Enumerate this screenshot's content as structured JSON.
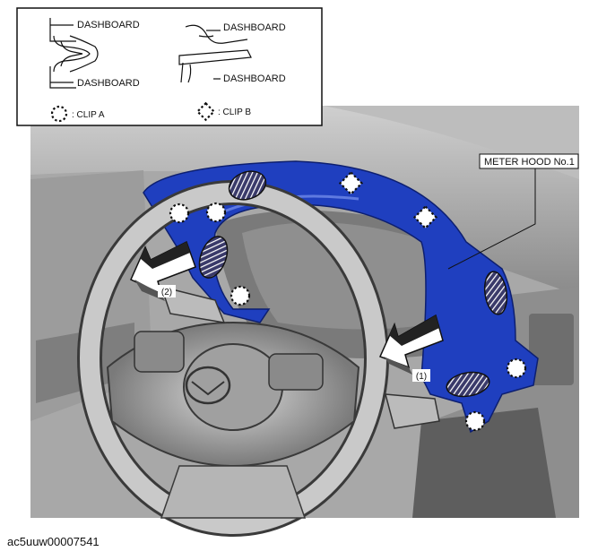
{
  "legend": {
    "clip_a_dashboard_top": "DASHBOARD",
    "clip_a_dashboard_bottom": "DASHBOARD",
    "clip_b_dashboard_top": "DASHBOARD",
    "clip_b_dashboard_bottom": "DASHBOARD",
    "clip_a_label": ": CLIP A",
    "clip_b_label": ": CLIP B"
  },
  "callouts": {
    "meter_hood": "METER HOOD No.1",
    "step_1": "(1)",
    "step_2": "(2)"
  },
  "caption": "ac5uuw00007541",
  "colors": {
    "meter_hood_blue": "#1f3fbf",
    "hatch": "#ffffff",
    "interior_gray": "#9a9a9a"
  }
}
